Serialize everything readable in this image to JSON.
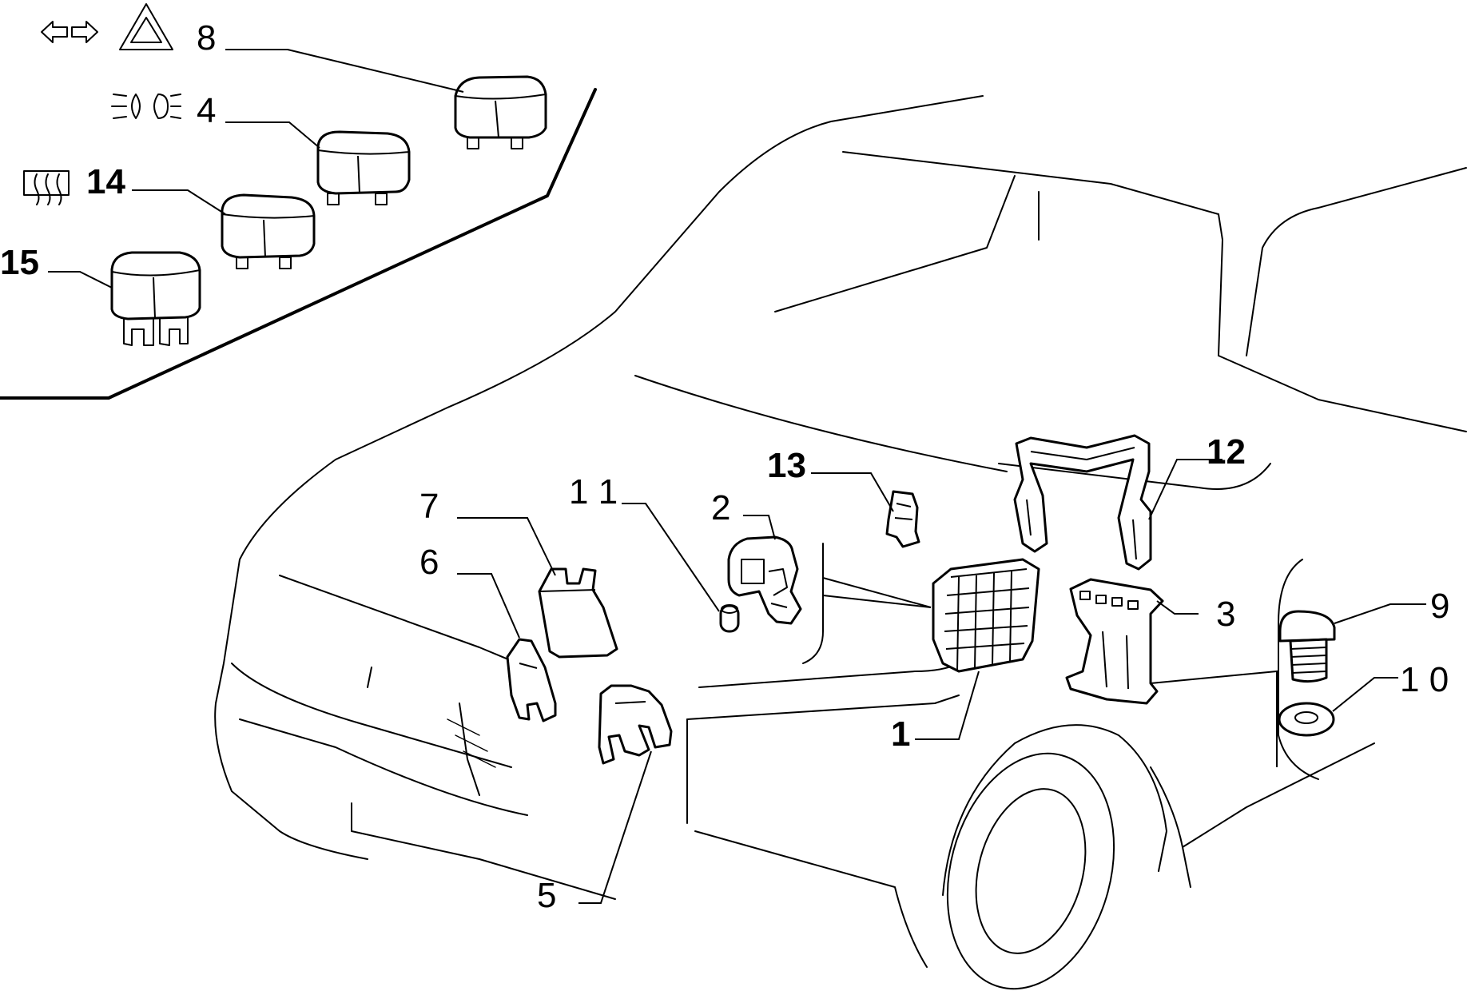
{
  "callouts": {
    "c1": "1",
    "c2": "2",
    "c3": "3",
    "c4": "4",
    "c5": "5",
    "c6": "6",
    "c7": "7",
    "c8": "8",
    "c9": "9",
    "c10": "1 0",
    "c11": "1 1",
    "c12": "12",
    "c13": "13",
    "c14": "14",
    "c15": "15"
  },
  "symbols": {
    "relay8": "turn-signal-hazard-icon",
    "relay4": "headlight-icon",
    "relay14": "rear-defroster-icon"
  }
}
